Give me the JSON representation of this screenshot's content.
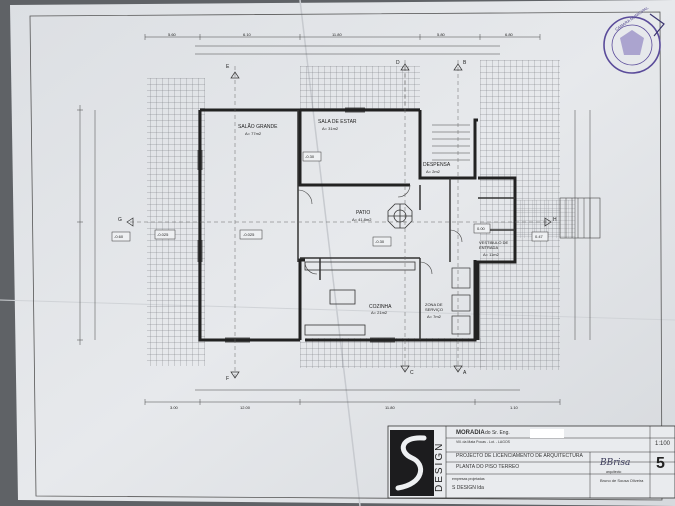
{
  "plan": {
    "rooms": {
      "salao": {
        "name": "SALÃO GRANDE",
        "area": "A= 77m2"
      },
      "sala_estar": {
        "name": "SALA DE ESTAR",
        "area": "A= 31m2"
      },
      "despensa": {
        "name": "DESPENSA",
        "area": "A= 2m2"
      },
      "patio": {
        "name": "PATIO",
        "area": "A= 41.8m2"
      },
      "vestibulo": {
        "name": "VESTIBULO DE ENTRADA",
        "area": "A= 11m2"
      },
      "cozinha": {
        "name": "COZINHA",
        "area": "A= 21m2"
      },
      "zona_servico": {
        "name": "ZONA DE SERVIÇO",
        "area": "A= 7m2"
      }
    },
    "levels": {
      "l1": "-0.60",
      "l2": "-0.025",
      "l3": "-0.025",
      "l4": "-0.30",
      "l5": "-0.30",
      "l6": "0.00",
      "l7": "0.47"
    },
    "axes": {
      "e": "E",
      "d": "D",
      "b": "B",
      "g": "G",
      "h": "H",
      "f": "F",
      "c": "C",
      "a": "A"
    },
    "dims_top": {
      "d1": "5.60",
      "d2": "6.10",
      "d3": "11.80",
      "d4": "5.80",
      "d5": "6.80"
    },
    "dims_bottom": {
      "d1": "3.00",
      "d2": "12.00",
      "d3": "11.80",
      "d4": "1.10"
    }
  },
  "title_block": {
    "brand": "DESIGN",
    "line1": "MORADIA",
    "line1_client": "do Sr. Eng.",
    "line2": "Vill. da Mata Pocas - Lot. - LAGOS",
    "line3": "PROJECTO DE LICENCIAMENTO DE ARQUITECTURA",
    "line4": "PLANTA DO PISO TERREO",
    "line5_label": "empresas projetadas",
    "line5": "S DESIGN lda",
    "scale": "1:100",
    "sheet": "5",
    "architect_role": "arquitecto",
    "architect": "Bruno de Sousa Oliveira",
    "signature": "BBrisa"
  },
  "stamp": {
    "text": "CAMARA MUNICIPAL"
  }
}
